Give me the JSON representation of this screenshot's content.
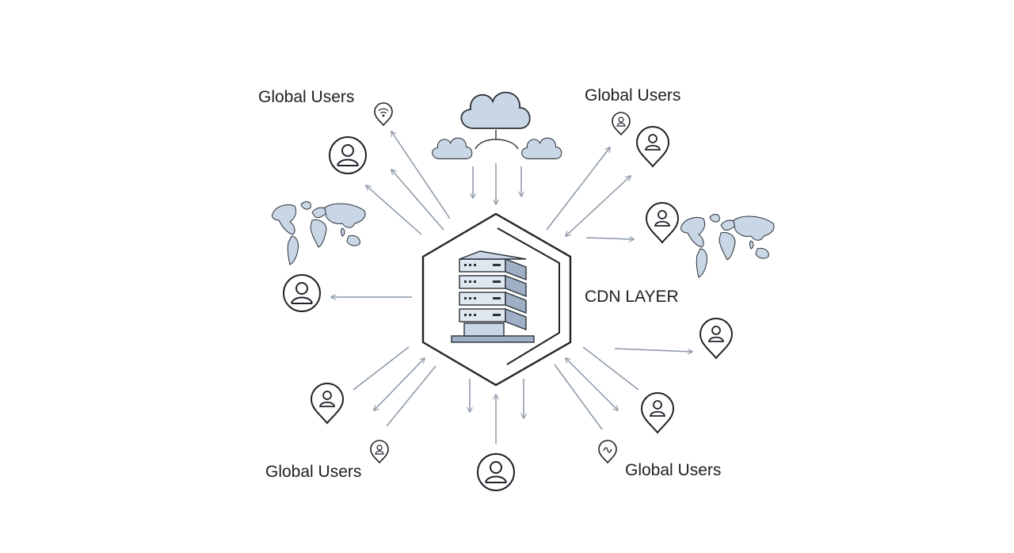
{
  "labels": {
    "global_users_top_left": "Global Users",
    "global_users_top_right": "Global Users",
    "global_users_bottom_left": "Global Users",
    "global_users_bottom_right": "Global Users",
    "cdn_layer": "CDN LAYER"
  },
  "colors": {
    "line": "#1f2329",
    "arrow": "#8a96a6",
    "fill": "#c9d6e6",
    "fill_dark": "#9fb0c6",
    "background": "#ffffff"
  },
  "icons": {
    "cloud": "cloud-icon",
    "server": "server-rack-icon",
    "user": "user-icon",
    "location_pin": "location-pin-icon",
    "wifi": "wifi-icon",
    "world_map": "world-map-icon"
  }
}
